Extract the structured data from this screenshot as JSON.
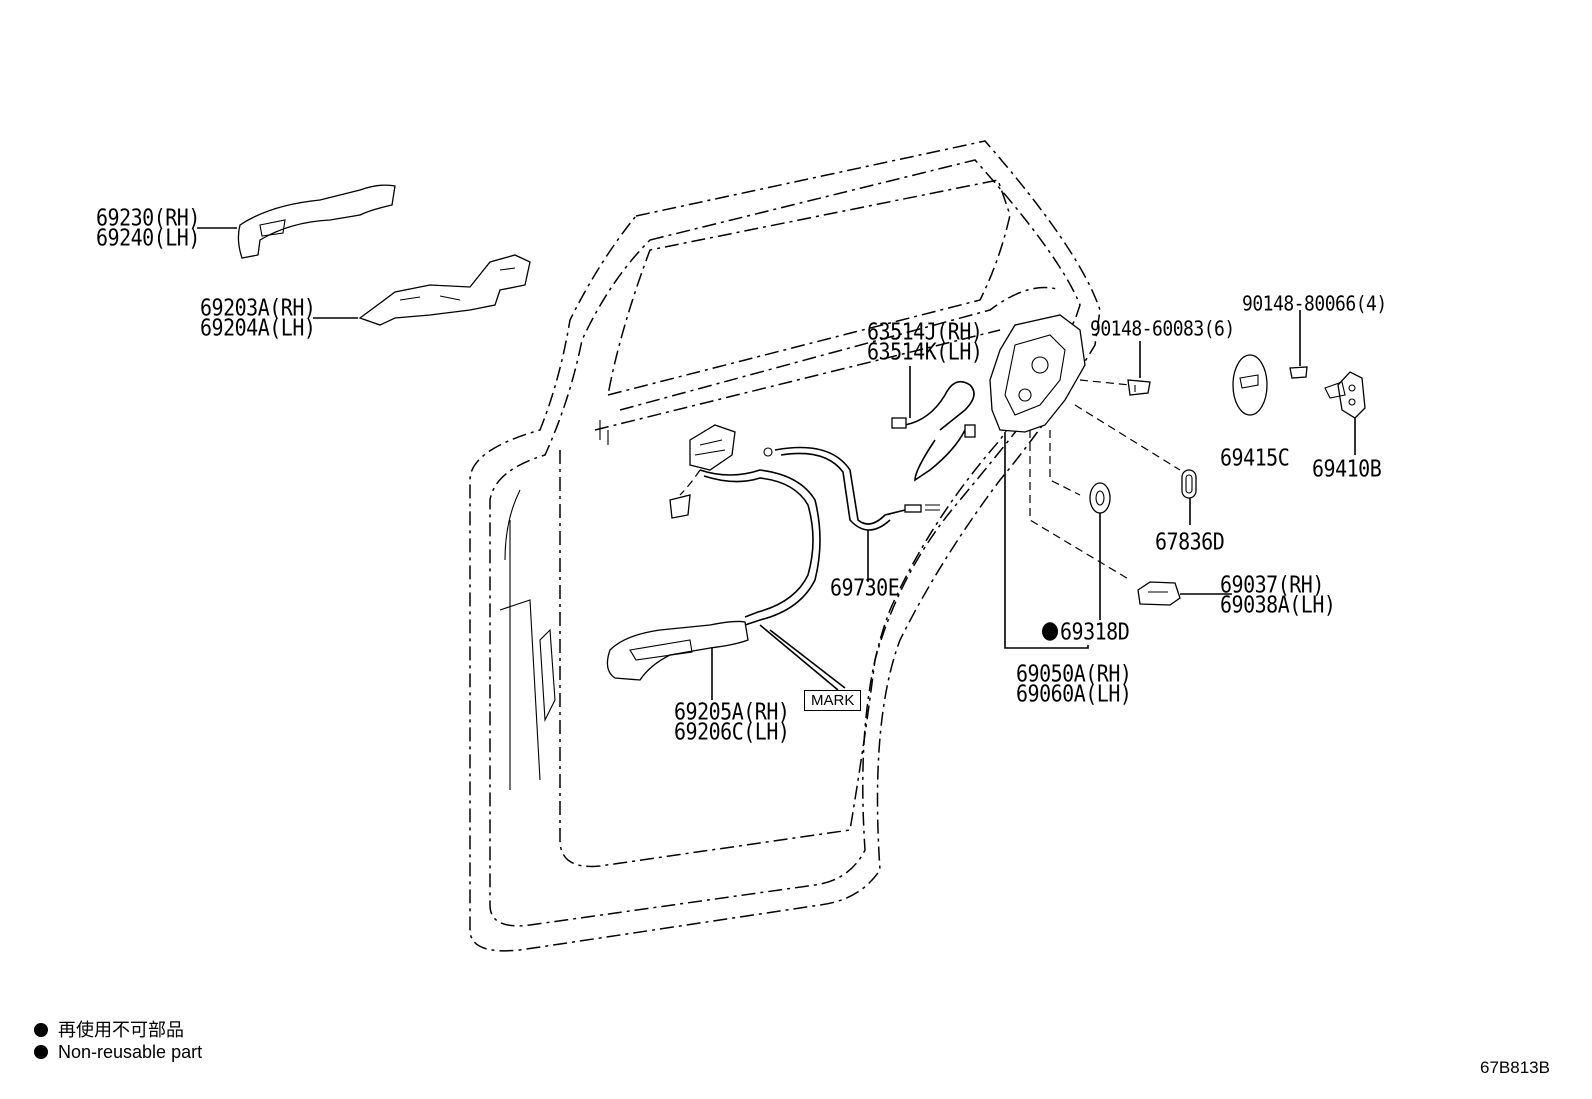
{
  "diagram": {
    "code": "67B813B",
    "legend": {
      "japanese": "再使用不可部品",
      "english": "Non-reusable part"
    },
    "mark_label": "MARK",
    "parts": {
      "p69230": "69230(RH)",
      "p69240": "69240(LH)",
      "p69203A": "69203A(RH)",
      "p69204A": "69204A(LH)",
      "p63514J": "63514J(RH)",
      "p63514K": "63514K(LH)",
      "p90148_60083": "90148-60083(6)",
      "p90148_80066": "90148-80066(4)",
      "p69415C": "69415C",
      "p69410B": "69410B",
      "p67836D": "67836D",
      "p69037": "69037(RH)",
      "p69038A": "69038A(LH)",
      "p69318D": "69318D",
      "p69050A": "69050A(RH)",
      "p69060A": "69060A(LH)",
      "p69730E": "69730E",
      "p69205A": "69205A(RH)",
      "p69206C": "69206C(LH)"
    }
  }
}
